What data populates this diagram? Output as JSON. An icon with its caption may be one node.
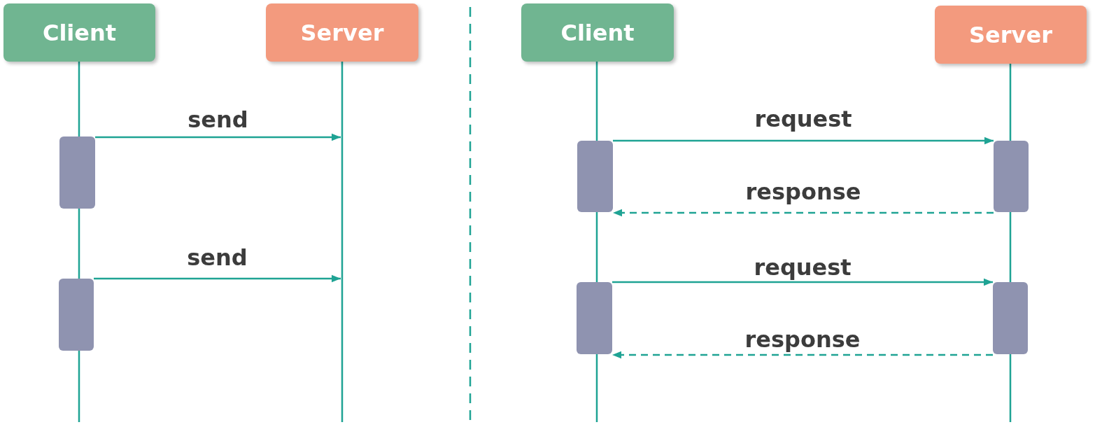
{
  "diagram": {
    "nodes": [
      {
        "text": [
          "Client"
        ]
      },
      {
        "text": [
          "Server"
        ]
      },
      {
        "text": [
          "Client"
        ]
      },
      {
        "text": [
          "Server"
        ]
      },
      {
        "text": [],
        "shape": "bar"
      },
      {
        "text": [],
        "shape": "bar"
      },
      {
        "text": [],
        "shape": "bar"
      },
      {
        "text": [],
        "shape": "bar"
      },
      {
        "text": [],
        "shape": "bar"
      },
      {
        "text": [],
        "shape": "bar"
      }
    ],
    "edges": [
      {
        "from": 4,
        "to": null,
        "arrow": "to",
        "label": "send"
      },
      {
        "from": 5,
        "to": null,
        "arrow": "to",
        "label": "send"
      },
      {
        "from": 6,
        "to": 7,
        "arrow": "to",
        "label": "request"
      },
      {
        "from": 7,
        "to": 6,
        "arrow": "to",
        "label": "response",
        "style": "dashed"
      },
      {
        "from": 8,
        "to": 9,
        "arrow": "to",
        "label": "request"
      },
      {
        "from": 9,
        "to": 8,
        "arrow": "to",
        "label": "response",
        "style": "dashed"
      }
    ]
  }
}
